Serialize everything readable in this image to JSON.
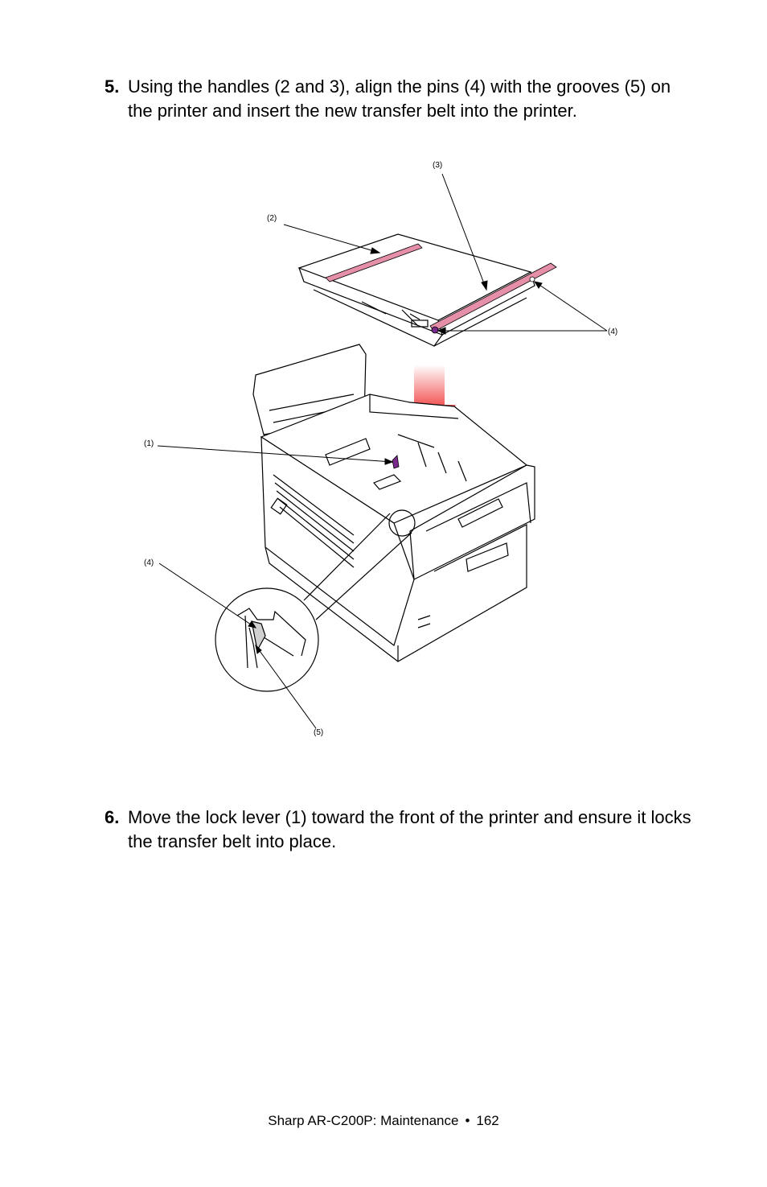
{
  "steps": [
    {
      "number": "5.",
      "text": "Using the handles (2 and 3), align the pins (4) with the grooves (5) on the printer and insert the new transfer belt into the printer."
    },
    {
      "number": "6.",
      "text": "Move the lock lever (1) toward the front of the printer and ensure it locks the transfer belt into place."
    }
  ],
  "figure": {
    "callouts": {
      "c1": "(1)",
      "c2": "(2)",
      "c3": "(3)",
      "c4_top": "(4)",
      "c4_left": "(4)",
      "c5": "(5)"
    }
  },
  "footer": {
    "doc": "Sharp AR-C200P: Maintenance",
    "separator": "•",
    "page": "162"
  },
  "colors": {
    "handle": "#e58fa8",
    "arrow_red": "#e8202a",
    "pin": "#7a2a8a"
  }
}
